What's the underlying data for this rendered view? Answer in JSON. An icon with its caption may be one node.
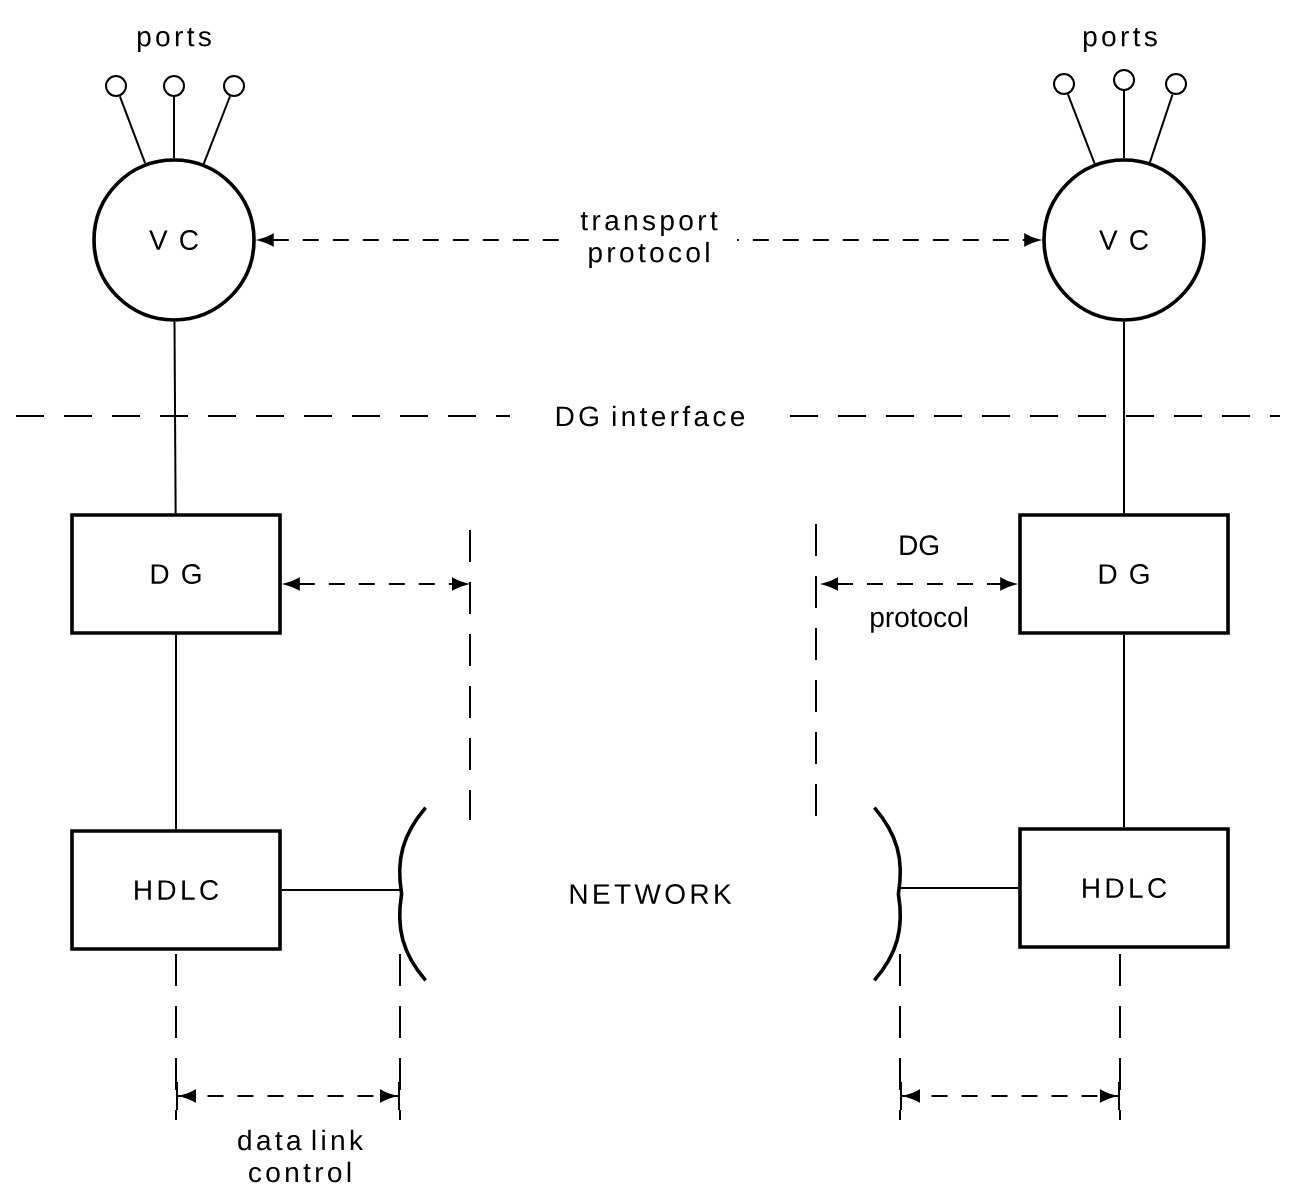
{
  "diagram": {
    "nodes": [
      {
        "text": [
          "V C"
        ]
      },
      {
        "text": [
          "V C"
        ]
      },
      {
        "text": [
          "D G"
        ]
      },
      {
        "text": [
          "D G"
        ]
      },
      {
        "text": [
          "HDLC"
        ]
      },
      {
        "text": [
          "HDLC"
        ]
      },
      {
        "text": [
          "NETWORK"
        ]
      },
      {
        "text": [],
        "shape": "circle"
      },
      {
        "text": [],
        "shape": "circle"
      },
      {
        "text": [],
        "shape": "circle"
      },
      {
        "text": [],
        "shape": "circle"
      },
      {
        "text": [],
        "shape": "circle"
      },
      {
        "text": [],
        "shape": "circle"
      }
    ],
    "edges": [
      {
        "from": 0,
        "to": 1,
        "arrow": "both",
        "style": "dashed",
        "label": "transport protocol"
      },
      {
        "from": 7,
        "to": 0,
        "arrow": "none"
      },
      {
        "from": 8,
        "to": 0,
        "arrow": "none"
      },
      {
        "from": 9,
        "to": 0,
        "arrow": "none"
      },
      {
        "from": 10,
        "to": 1,
        "arrow": "none"
      },
      {
        "from": 11,
        "to": 1,
        "arrow": "none"
      },
      {
        "from": 12,
        "to": 1,
        "arrow": "none"
      },
      {
        "from": 0,
        "to": 2,
        "arrow": "none"
      },
      {
        "from": 1,
        "to": 3,
        "arrow": "none"
      },
      {
        "from": 2,
        "to": 4,
        "arrow": "none"
      },
      {
        "from": 3,
        "to": 5,
        "arrow": "none"
      },
      {
        "from": 4,
        "to": 6,
        "arrow": "none"
      },
      {
        "from": 5,
        "to": 6,
        "arrow": "none"
      },
      {
        "from": 2,
        "to": null,
        "arrow": "both",
        "style": "dashed"
      },
      {
        "from": null,
        "to": 3,
        "arrow": "both",
        "style": "dashed",
        "label": "DG protocol"
      }
    ],
    "labels": [
      "ports",
      "ports",
      "DG interface",
      "data link control"
    ]
  }
}
